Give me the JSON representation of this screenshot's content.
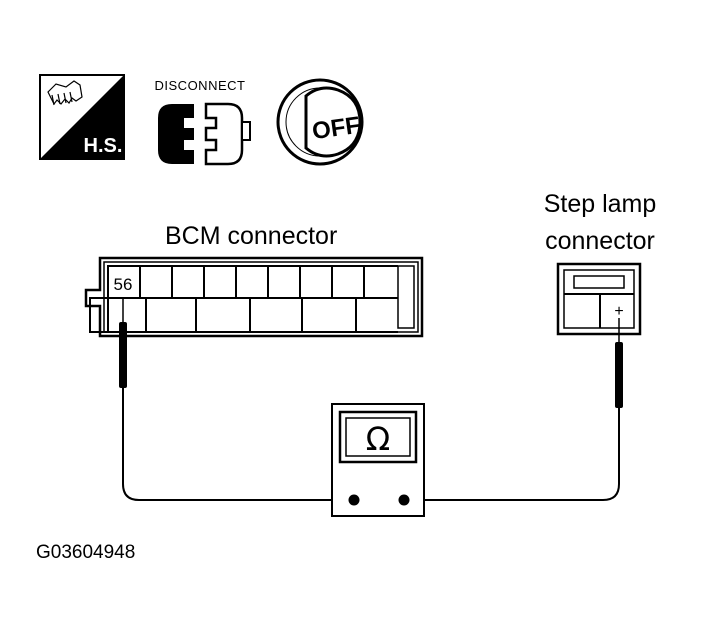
{
  "icons": {
    "hs_label": "H.S.",
    "disconnect_label": "DISCONNECT",
    "ignition_label": "OFF"
  },
  "bcm_connector": {
    "label": "BCM connector",
    "pin": "56"
  },
  "step_lamp_connector": {
    "label_line1": "Step lamp",
    "label_line2": "connector",
    "terminal": "+"
  },
  "meter": {
    "unit_symbol": "Ω"
  },
  "figure_id": "G03604948"
}
